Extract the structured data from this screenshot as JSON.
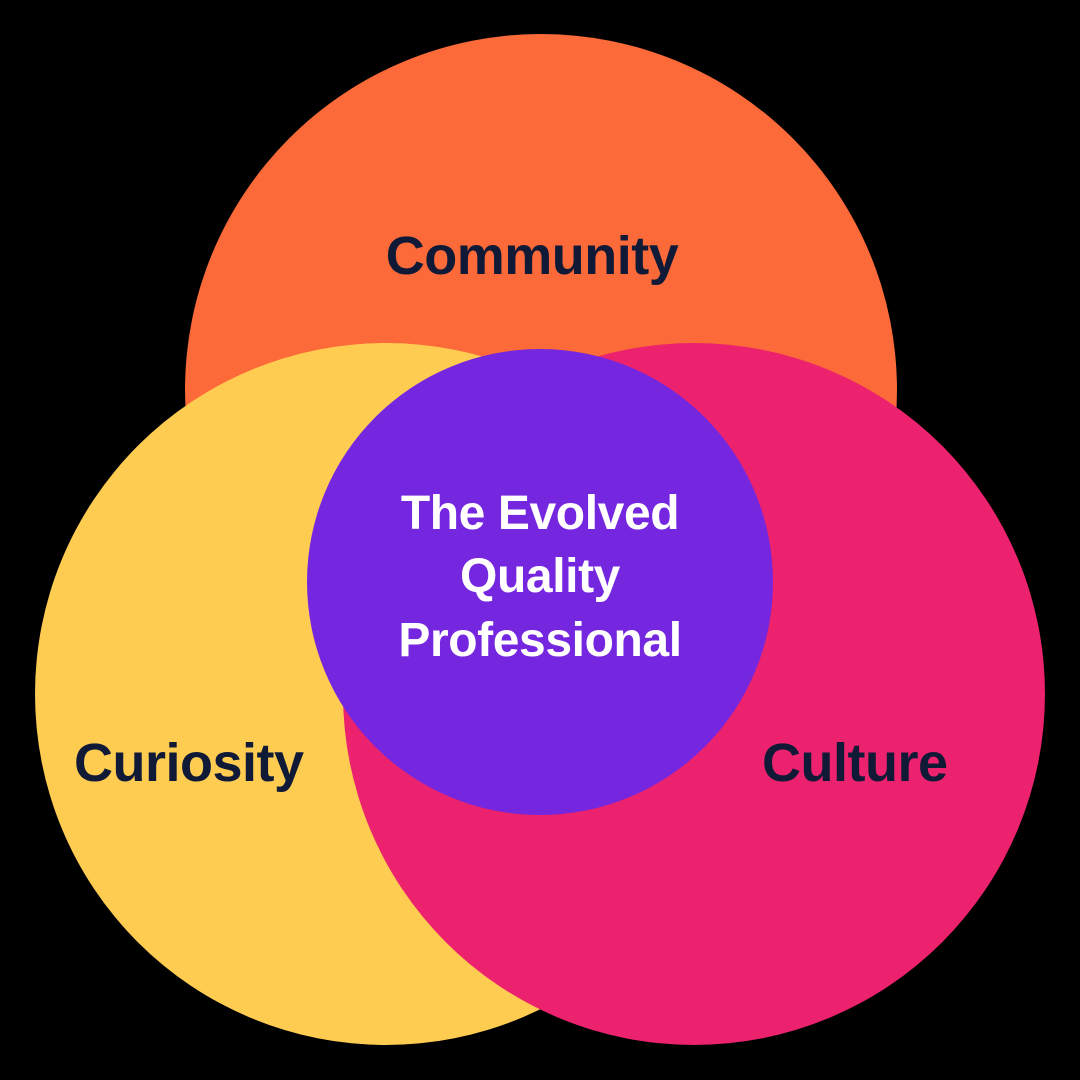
{
  "diagram": {
    "type": "venn",
    "title": "The Evolved Quality Professional",
    "background_color": "#000000",
    "sets": [
      {
        "id": "community",
        "label": "Community",
        "fill_color": "#FB6A38",
        "label_color": "#101A37",
        "position": "top"
      },
      {
        "id": "curiosity",
        "label": "Curiosity",
        "fill_color": "#FFCC52",
        "label_color": "#101A37",
        "position": "bottom-left"
      },
      {
        "id": "culture",
        "label": "Culture",
        "fill_color": "#EC226E",
        "label_color": "#101A37",
        "position": "bottom-right"
      }
    ],
    "intersection": {
      "id": "center",
      "fill_color": "#7527E0",
      "text_color": "#FFFFFF",
      "lines": [
        "The Evolved",
        "Quality",
        "Professional"
      ]
    }
  }
}
